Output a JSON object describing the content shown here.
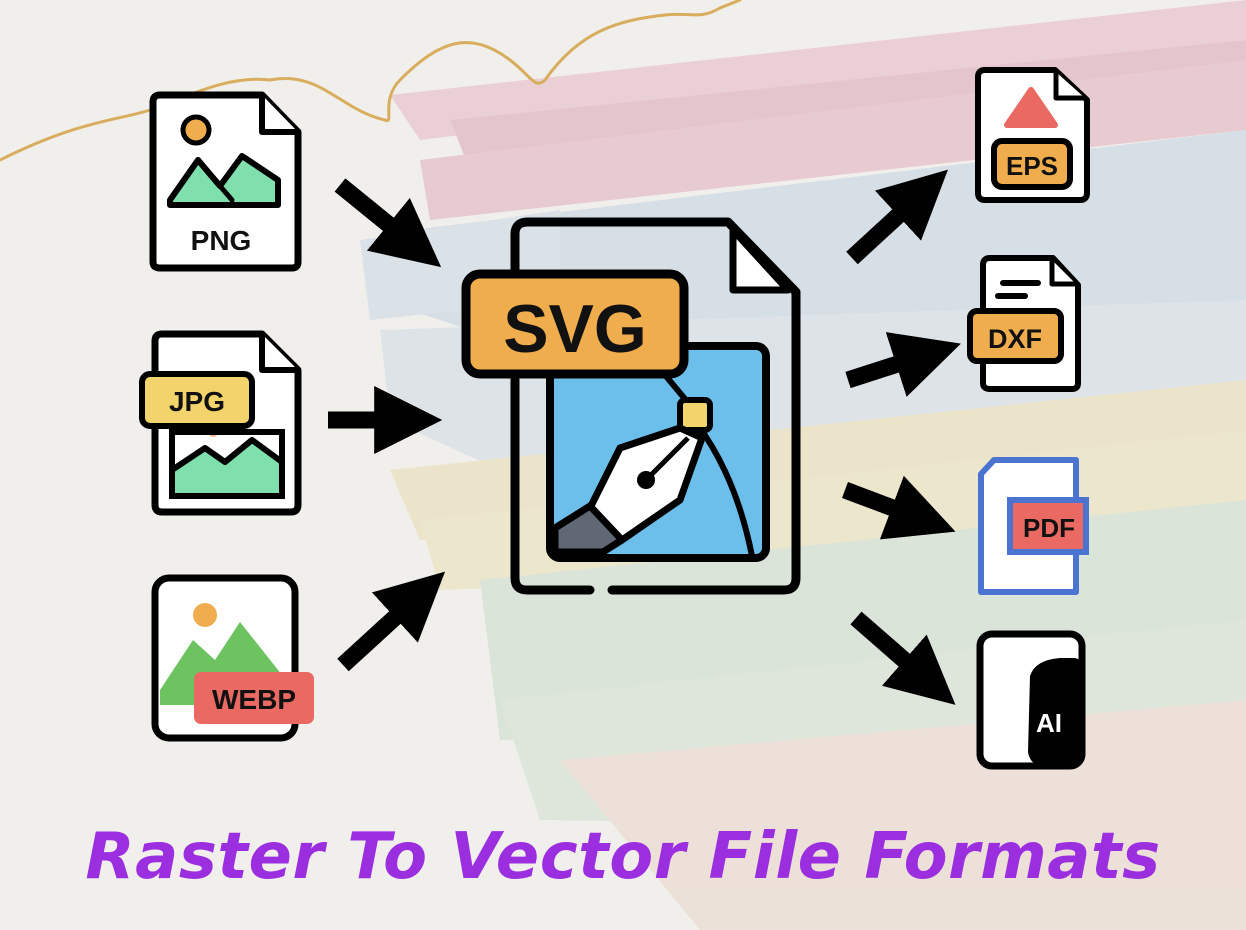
{
  "title": "Raster To Vector File Formats",
  "center": {
    "label": "SVG",
    "icon": "pen-tool-icon"
  },
  "inputs": [
    {
      "label": "PNG",
      "icon": "image-file-icon"
    },
    {
      "label": "JPG",
      "icon": "image-file-icon"
    },
    {
      "label": "WEBP",
      "icon": "image-file-icon"
    }
  ],
  "outputs": [
    {
      "label": "EPS",
      "icon": "triangle-file-icon"
    },
    {
      "label": "DXF",
      "icon": "text-file-icon"
    },
    {
      "label": "PDF",
      "icon": "document-file-icon"
    },
    {
      "label": "AI",
      "icon": "ai-file-icon"
    }
  ],
  "colors": {
    "title": "#9b2fe0",
    "svg_tag": "#f0ad4e",
    "svg_canvas": "#6cbfeb",
    "mountain_green": "#7fe0ad",
    "webp_green": "#6cc35f",
    "sun_orange": "#f0ad4e",
    "jpg_tag": "#f3d36b",
    "webp_tag": "#ea6a63",
    "eps_triangle": "#ea6a63",
    "eps_tag": "#f0ad4e",
    "dxf_tag": "#f0ad4e",
    "pdf_border": "#4a74d0",
    "pdf_tag": "#ea6a63",
    "ai_badge": "#000000"
  }
}
